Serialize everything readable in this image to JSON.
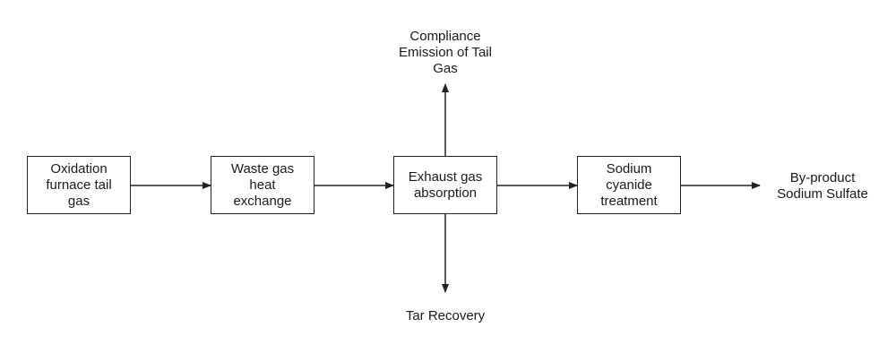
{
  "nodes": {
    "oxidation": [
      "Oxidation",
      "furnace tail",
      "gas"
    ],
    "waste_gas": [
      "Waste gas",
      "heat",
      "exchange"
    ],
    "exhaust": [
      "Exhaust gas",
      "absorption"
    ],
    "sodium": [
      "Sodium",
      "cyanide",
      "treatment"
    ]
  },
  "outputs": {
    "compliance": [
      "Compliance",
      "Emission of Tail",
      "Gas"
    ],
    "tar": [
      "Tar Recovery"
    ],
    "byproduct": [
      "By-product",
      "Sodium Sulfate"
    ]
  }
}
